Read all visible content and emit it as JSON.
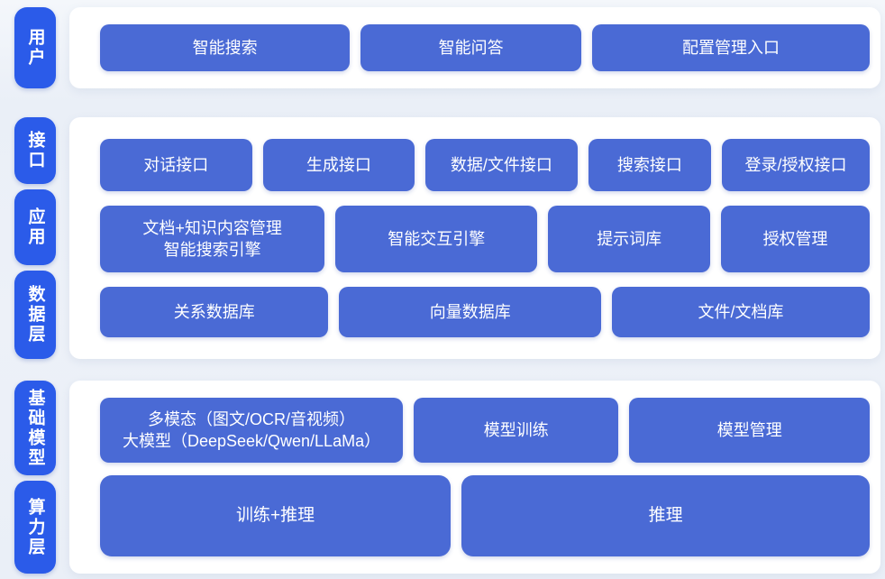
{
  "colors": {
    "page_bg": "#edf1f8",
    "panel_bg": "#ffffff",
    "label_pill": "#2b5be9",
    "button": "#4a6ad5",
    "text": "#ffffff"
  },
  "sections": [
    {
      "name": "user-layer",
      "labels": [
        {
          "text": "用户"
        }
      ],
      "rows": [
        {
          "buttons": [
            {
              "label": "智能搜索"
            },
            {
              "label": "智能问答"
            },
            {
              "label": "配置管理入口"
            }
          ]
        }
      ]
    },
    {
      "name": "interface-application-data-layers",
      "labels": [
        {
          "text": "接口"
        },
        {
          "text": "应用"
        },
        {
          "text": "数据层"
        }
      ],
      "rows": [
        {
          "buttons": [
            {
              "label": "对话接口"
            },
            {
              "label": "生成接口"
            },
            {
              "label": "数据/文件接口"
            },
            {
              "label": "搜索接口"
            },
            {
              "label": "登录/授权接口"
            }
          ]
        },
        {
          "buttons": [
            {
              "line1": "文档+知识内容管理",
              "line2": "智能搜索引擎"
            },
            {
              "label": "智能交互引擎"
            },
            {
              "label": "提示词库"
            },
            {
              "label": "授权管理"
            }
          ]
        },
        {
          "buttons": [
            {
              "label": "关系数据库"
            },
            {
              "label": "向量数据库"
            },
            {
              "label": "文件/文档库"
            }
          ]
        }
      ]
    },
    {
      "name": "foundation-model-compute-layers",
      "labels": [
        {
          "text": "基础模型"
        },
        {
          "text": "算力层"
        }
      ],
      "rows": [
        {
          "buttons": [
            {
              "line1": "多模态（图文/OCR/音视频）",
              "line2": "大模型（DeepSeek/Qwen/LLaMa）"
            },
            {
              "label": "模型训练"
            },
            {
              "label": "模型管理"
            }
          ]
        },
        {
          "buttons": [
            {
              "label": "训练+推理"
            },
            {
              "label": "推理"
            }
          ]
        }
      ]
    }
  ]
}
